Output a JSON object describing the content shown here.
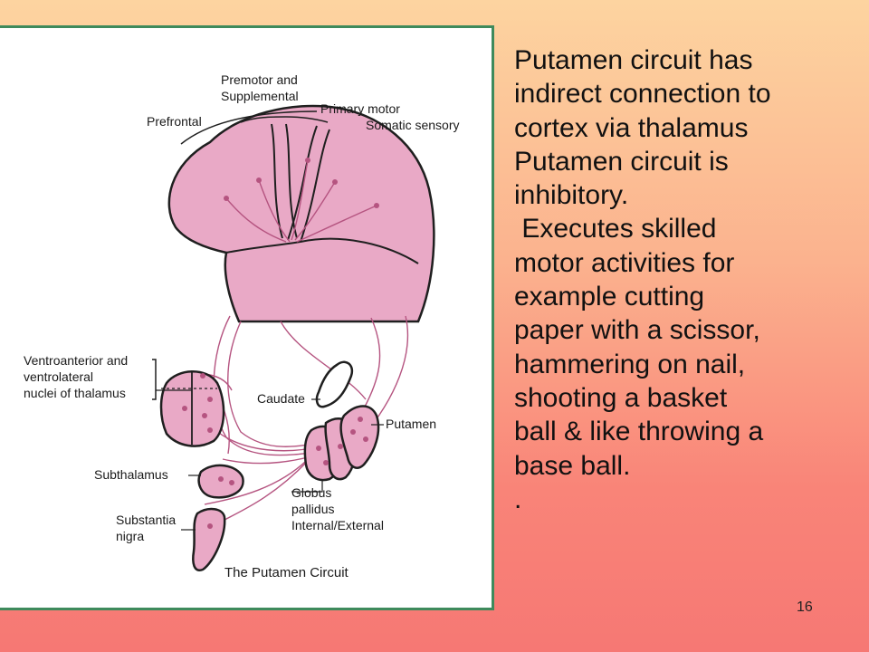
{
  "figure": {
    "labels": {
      "premotor": "Premotor and",
      "supplemental": "Supplemental",
      "primary_motor": "Primary motor",
      "prefrontal": "Prefrontal",
      "somatic_sensory": "Somatic sensory",
      "ventroanterior": "Ventroanterior and",
      "ventrolateral": "ventrolateral",
      "nuclei_thalamus": "nuclei of thalamus",
      "caudate": "Caudate",
      "putamen": "Putamen",
      "subthalamus": "Subthalamus",
      "globus": "Globus",
      "pallidus": "pallidus",
      "internal_external": "Internal/External",
      "substantia": "Substantia",
      "nigra": "nigra"
    },
    "caption": "The Putamen Circuit",
    "colors": {
      "structure_fill": "#e9a9c6",
      "structure_stroke": "#1f1f1f",
      "pathway": "#b55480",
      "border": "#3e8a5c"
    }
  },
  "text_lines": [
    "Putamen circuit has",
    "indirect connection to",
    "cortex via thalamus",
    "Putamen circuit is",
    "inhibitory.",
    " Executes skilled",
    "motor activities for",
    "example cutting",
    "paper with a scissor,",
    "hammering on nail,",
    "shooting a basket",
    "ball & like throwing a",
    "base ball.",
    "."
  ],
  "slide_number": "16"
}
